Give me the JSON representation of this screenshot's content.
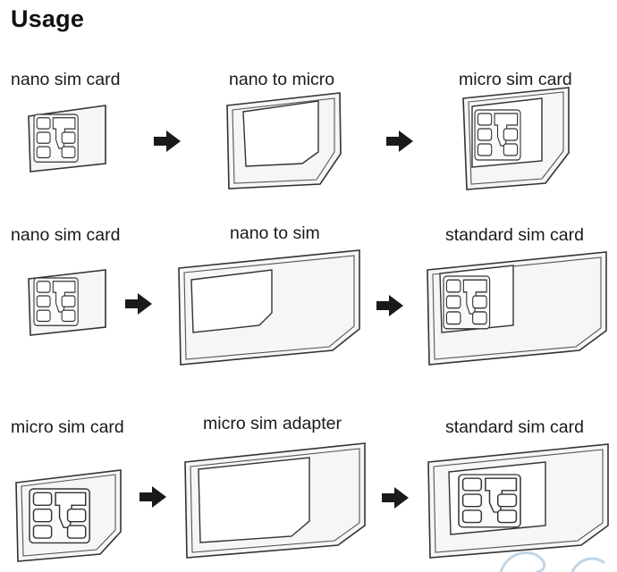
{
  "title": "Usage",
  "rows": [
    {
      "labels": [
        "nano sim card",
        "nano to micro",
        "micro sim card"
      ]
    },
    {
      "labels": [
        "nano sim card",
        "nano to sim",
        "standard sim card"
      ]
    },
    {
      "labels": [
        "micro sim card",
        "micro sim adapter",
        "standard sim card"
      ]
    }
  ],
  "colors": {
    "line": "#333333",
    "arrow": "#1a1a1a",
    "decor": "#8fb3cf"
  }
}
